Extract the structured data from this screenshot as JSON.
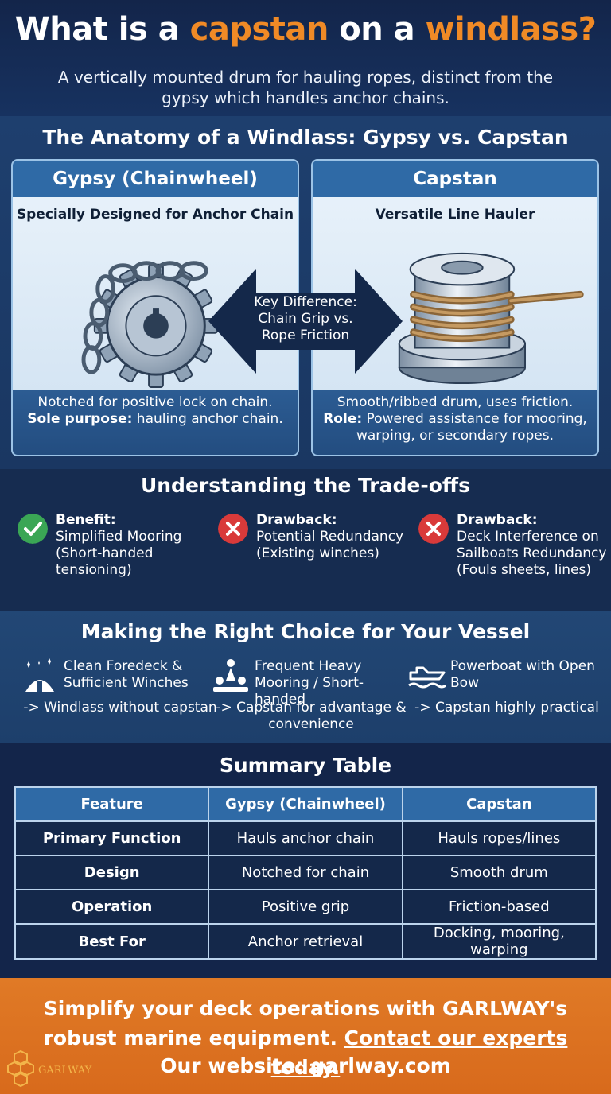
{
  "header": {
    "title_part1": "What is a ",
    "title_highlight1": "capstan",
    "title_part2": " on a ",
    "title_highlight2": "windlass?",
    "subtitle": "A vertically mounted drum for hauling ropes, distinct from the gypsy which handles anchor chains."
  },
  "anatomy": {
    "heading": "The Anatomy of a Windlass: Gypsy vs. Capstan",
    "gypsy": {
      "title": "Gypsy (Chainwheel)",
      "subtitle": "Specially Designed for Anchor Chain",
      "line1": "Notched for positive lock on chain.",
      "line2_label": "Sole purpose:",
      "line2_text": " hauling anchor chain."
    },
    "capstan": {
      "title": "Capstan",
      "subtitle": "Versatile Line Hauler",
      "line1": "Smooth/ribbed drum, uses friction.",
      "line2_label": "Role:",
      "line2_text": " Powered assistance for mooring, warping, or secondary ropes."
    },
    "key_difference": {
      "line1": "Key Difference:",
      "line2": "Chain Grip vs.",
      "line3": "Rope Friction"
    }
  },
  "tradeoffs": {
    "heading": "Understanding the Trade-offs",
    "items": [
      {
        "label": "Benefit:",
        "text": "Simplified Mooring (Short-handed tensioning)",
        "icon": "check-icon",
        "color": "#3aa655"
      },
      {
        "label": "Drawback:",
        "text": "Potential Redundancy (Existing winches)",
        "icon": "x-icon",
        "color": "#d93a3a"
      },
      {
        "label": "Drawback:",
        "text": "Deck Interference on Sailboats Redundancy (Fouls sheets, lines)",
        "icon": "x-icon",
        "color": "#d93a3a"
      }
    ]
  },
  "choice": {
    "heading": "Making the Right Choice for Your Vessel",
    "items": [
      {
        "condition": "Clean Foredeck & Sufficient Winches",
        "result": "-> Windlass without capstan",
        "icon": "clean-deck-icon"
      },
      {
        "condition": "Frequent Heavy Mooring / Short-handed",
        "result": "-> Capstan for advantage & convenience",
        "icon": "crew-icon"
      },
      {
        "condition": "Powerboat with Open Bow",
        "result": "-> Capstan highly practical",
        "icon": "powerboat-icon"
      }
    ]
  },
  "summary": {
    "heading": "Summary Table",
    "columns": [
      "Feature",
      "Gypsy (Chainwheel)",
      "Capstan"
    ],
    "rows": [
      [
        "Primary Function",
        "Hauls anchor chain",
        "Hauls ropes/lines"
      ],
      [
        "Design",
        "Notched for chain",
        "Smooth drum"
      ],
      [
        "Operation",
        "Positive grip",
        "Friction-based"
      ],
      [
        "Best For",
        "Anchor retrieval",
        "Docking, mooring, warping"
      ]
    ]
  },
  "footer": {
    "text_main": "Simplify your deck operations with GARLWAY's robust marine equipment. ",
    "cta": "Contact our experts today.",
    "website": "Our website: garlway.com",
    "logo_text": "GARLWAY"
  },
  "colors": {
    "accent": "#f08a26",
    "navy": "#14284a",
    "panel_blue": "#2f6aa6",
    "footer_orange": "#d86a1c"
  }
}
